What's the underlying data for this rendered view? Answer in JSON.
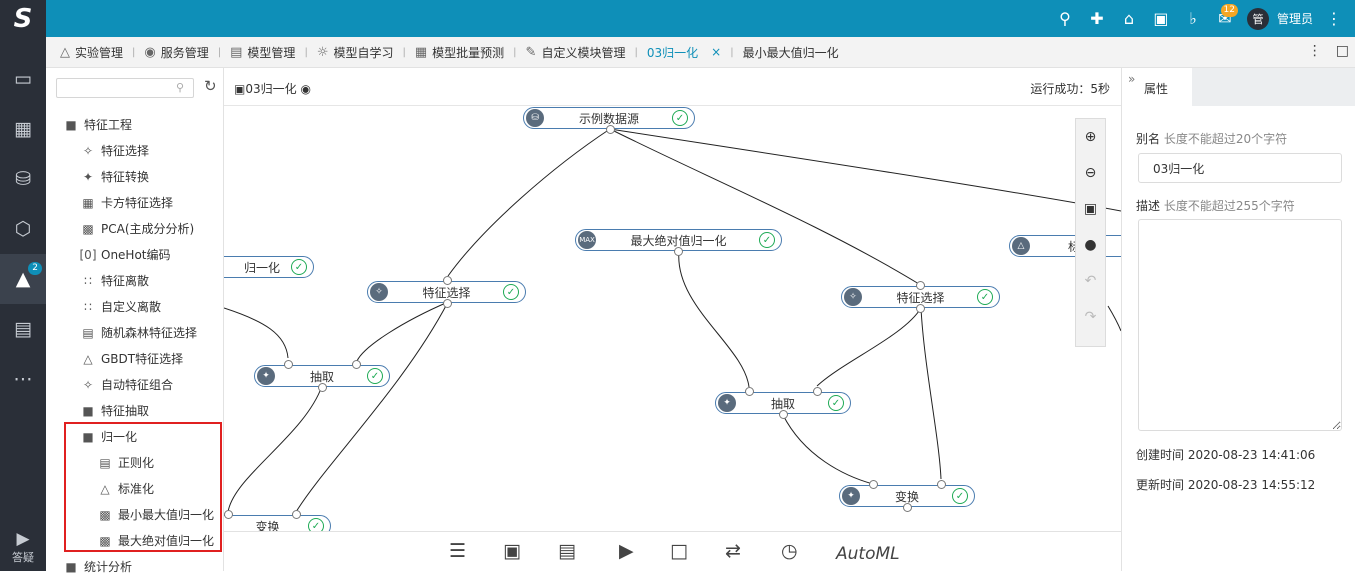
{
  "app": {
    "logo": "S"
  },
  "topbar": {
    "icons": [
      "search-icon",
      "plus-icon",
      "home-icon",
      "bag-icon",
      "bell-icon",
      "chat-icon"
    ],
    "chat_badge": "12",
    "avatar": "管",
    "user": "管理员"
  },
  "leftnav": {
    "badge": "2",
    "help": "答疑"
  },
  "tabs": [
    {
      "label": "实验管理"
    },
    {
      "label": "服务管理"
    },
    {
      "label": "模型管理"
    },
    {
      "label": "模型自学习"
    },
    {
      "label": "模型批量预测"
    },
    {
      "label": "自定义模块管理"
    },
    {
      "label": "03归一化"
    },
    {
      "label": "最小最大值归一化"
    }
  ],
  "tree": {
    "search_placeholder": "",
    "items": [
      {
        "label": "特征工程"
      },
      {
        "label": "特征选择"
      },
      {
        "label": "特征转换"
      },
      {
        "label": "卡方特征选择"
      },
      {
        "label": "PCA(主成分分析)"
      },
      {
        "label": "OneHot编码"
      },
      {
        "label": "特征离散"
      },
      {
        "label": "自定义离散"
      },
      {
        "label": "随机森林特征选择"
      },
      {
        "label": "GBDT特征选择"
      },
      {
        "label": "自动特征组合"
      },
      {
        "label": "特征抽取"
      },
      {
        "label": "归一化"
      },
      {
        "label": "正则化"
      },
      {
        "label": "标准化"
      },
      {
        "label": "最小最大值归一化"
      },
      {
        "label": "最大绝对值归一化"
      },
      {
        "label": "统计分析"
      }
    ]
  },
  "canvas": {
    "title": "03归一化",
    "status": "运行成功：5秒",
    "nodes": [
      {
        "label": "示例数据源",
        "icon": "db"
      },
      {
        "label": "归一化",
        "icon": ""
      },
      {
        "label": "特征选择",
        "icon": "fs"
      },
      {
        "label": "最大绝对值归一化",
        "icon": "MAX"
      },
      {
        "label": "特征选择",
        "icon": "fs"
      },
      {
        "label": "标",
        "icon": "std"
      },
      {
        "label": "抽取",
        "icon": "ex"
      },
      {
        "label": "抽取",
        "icon": "ex"
      },
      {
        "label": "变换",
        "icon": ""
      },
      {
        "label": "变换",
        "icon": "tf"
      }
    ]
  },
  "bottom": {
    "automl": "AutoML"
  },
  "props": {
    "tab": "属性",
    "alias_label": "别名",
    "alias_hint": "长度不能超过20个字符",
    "alias_value": "03归一化",
    "desc_label": "描述",
    "desc_hint": "长度不能超过255个字符",
    "desc_value": "",
    "created": "创建时间 2020-08-23 14:41:06",
    "updated": "更新时间 2020-08-23 14:55:12"
  }
}
